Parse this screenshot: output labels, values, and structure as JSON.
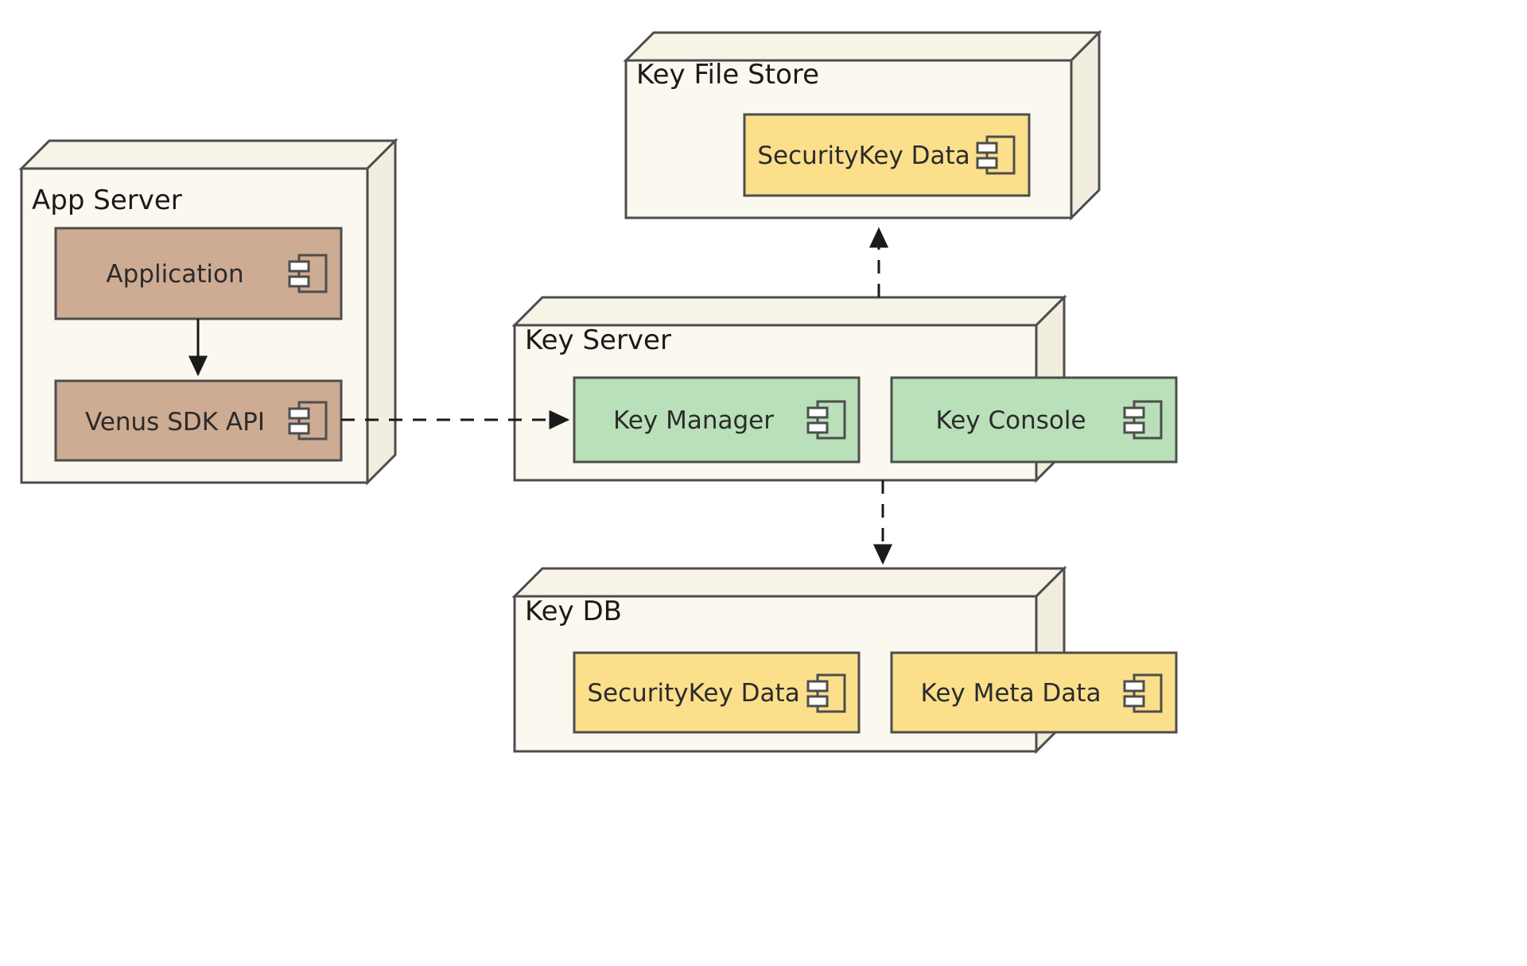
{
  "diagram": {
    "type": "uml-deployment-diagram",
    "title": "",
    "colors": {
      "node_fill": "#fbf8ef",
      "node_top_fill": "#f7f3e6",
      "node_side_fill": "#f2eedf",
      "stroke": "#4d4d4d",
      "component_brown": "#ceab93",
      "component_green": "#b9e0b9",
      "component_yellow": "#fbdf8b",
      "background": "#ffffff",
      "text": "#1a1a1a"
    }
  },
  "nodes": [
    {
      "id": "app-server",
      "label": "App Server",
      "components": [
        {
          "id": "application",
          "label": "Application",
          "fill": "component_brown"
        },
        {
          "id": "venus-sdk-api",
          "label": "Venus SDK API",
          "fill": "component_brown"
        }
      ]
    },
    {
      "id": "key-file-store",
      "label": "Key File Store",
      "components": [
        {
          "id": "kfs-securitykey-data",
          "label": "SecurityKey Data",
          "fill": "component_yellow"
        }
      ]
    },
    {
      "id": "key-server",
      "label": "Key Server",
      "components": [
        {
          "id": "key-manager",
          "label": "Key Manager",
          "fill": "component_green"
        },
        {
          "id": "key-console",
          "label": "Key Console",
          "fill": "component_green"
        }
      ]
    },
    {
      "id": "key-db",
      "label": "Key DB",
      "components": [
        {
          "id": "kdb-securitykey-data",
          "label": "SecurityKey Data",
          "fill": "component_yellow"
        },
        {
          "id": "kdb-key-meta-data",
          "label": "Key Meta Data",
          "fill": "component_yellow"
        }
      ]
    }
  ],
  "connectors": [
    {
      "id": "application-to-venus-sdk-api",
      "from": "application",
      "to": "venus-sdk-api",
      "style": "solid",
      "arrow": "open-filled",
      "label": ""
    },
    {
      "id": "venus-sdk-api-to-key-manager",
      "from": "venus-sdk-api",
      "to": "key-manager",
      "style": "dashed",
      "arrow": "open-filled",
      "label": ""
    },
    {
      "id": "key-server-to-key-file-store",
      "from": "key-server",
      "to": "key-file-store",
      "style": "dashed",
      "arrow": "open-filled",
      "label": ""
    },
    {
      "id": "key-server-to-key-db",
      "from": "key-server",
      "to": "key-db",
      "style": "dashed",
      "arrow": "open-filled",
      "label": ""
    }
  ],
  "icons": {
    "component_icon": "component-icon"
  }
}
